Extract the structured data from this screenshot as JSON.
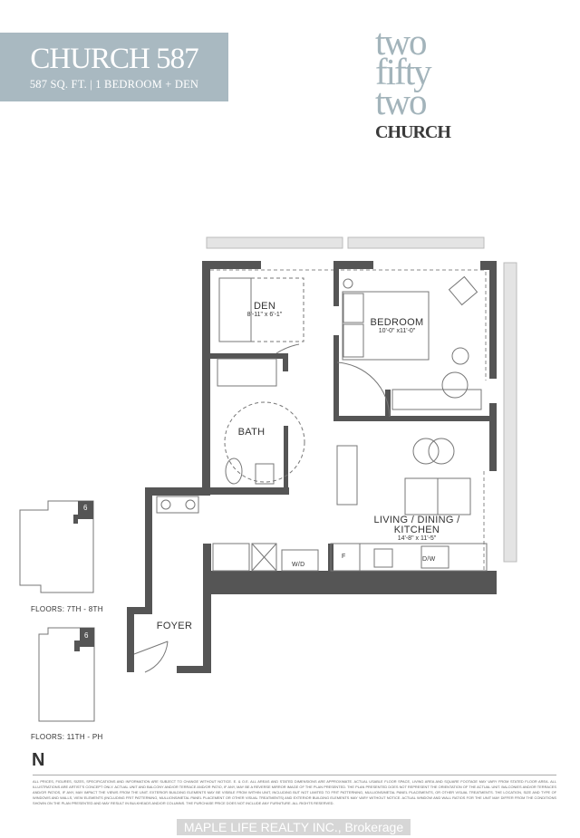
{
  "header": {
    "unit_name": "CHURCH 587",
    "unit_details": "587 SQ. FT.  |  1 BEDROOM + DEN"
  },
  "logo": {
    "lines": [
      "two",
      "fifty",
      "two"
    ],
    "brand": "CHURCH"
  },
  "rooms": {
    "den": {
      "name": "DEN",
      "dims": "8'-11\" x 6'-1\""
    },
    "bedroom": {
      "name": "BEDROOM",
      "dims": "10'-0\" x11'-0\""
    },
    "bath": {
      "name": "BATH"
    },
    "living": {
      "name_line1": "LIVING / DINING /",
      "name_line2": "KITCHEN",
      "dims": "14'-8\" x 11'-5\""
    },
    "foyer": {
      "name": "FOYER"
    },
    "fridge": "F",
    "dishwasher": "D/W",
    "washer_dryer": "W/D"
  },
  "key_plans": [
    {
      "label": "FLOORS: 7TH - 8TH",
      "unit_number": "6"
    },
    {
      "label": "FLOORS: 11TH - PH",
      "unit_number": "6"
    }
  ],
  "north_label": "N",
  "disclaimer": "ALL PRICES, FIGURES, SIZES, SPECIFICATIONS AND INFORMATION ARE SUBJECT TO CHANGE WITHOUT NOTICE. E. & O.E. ALL AREAS AND STATED DIMENSIONS ARE APPROXIMATE. ACTUAL USABLE FLOOR SPACE, LIVING AREA AND SQUARE FOOTAGE MAY VARY FROM STATED FLOOR AREA. ALL ILLUSTRATIONS ARE ARTIST'S CONCEPT ONLY. ACTUAL UNIT AND BALCONY AND/OR TERRACE AND/OR PATIO, IF ANY, MAY BE A REVERSE MIRROR IMAGE OF THE PLAN PRESENTED. THE PLAN PRESENTED DOES NOT REPRESENT THE ORIENTATION OF THE ACTUAL UNIT. BALCONIES AND/OR TERRACES AND/OR PATIOS, IF ANY, MAY IMPACT THE VIEWS FROM THE UNIT. EXTERIOR BUILDING ELEMENTS MAY BE VISIBLE FROM WITHIN UNIT, INCLUDING BUT NOT LIMITED TO FRIT PATTERNING, MULLIONS/METAL PANEL PLACEMENTS, OR OTHER VISUAL TREATMENTS. THE LOCATION, SIZE AND TYPE OF WINDOWS AND WALLS, VIEW ELEMENTS (INCLUDING FRIT PATTERNING, MULLIONS/METAL PANEL PLACEMENT OR OTHER VISUAL TREATMENTS) AND EXTERIOR BUILDING ELEMENTS MAY VARY WITHOUT NOTICE. ACTUAL WINDOW AND WALL RATIOS FOR THE UNIT MAY DIFFER FROM THE CONDITIONS SHOWN ON THE PLAN PRESENTED AND MAY RESULT IN BULKHEADS AND/OR COLUMNS. THE PURCHASE PRICE DOES NOT INCLUDE ANY FURNITURE. ALL RIGHTS RESERVED.",
  "watermark": "MAPLE LIFE REALTY INC., Brokerage",
  "colors": {
    "banner": "#a9b9c1",
    "wall": "#555555",
    "logo": "#a3b4bb"
  }
}
